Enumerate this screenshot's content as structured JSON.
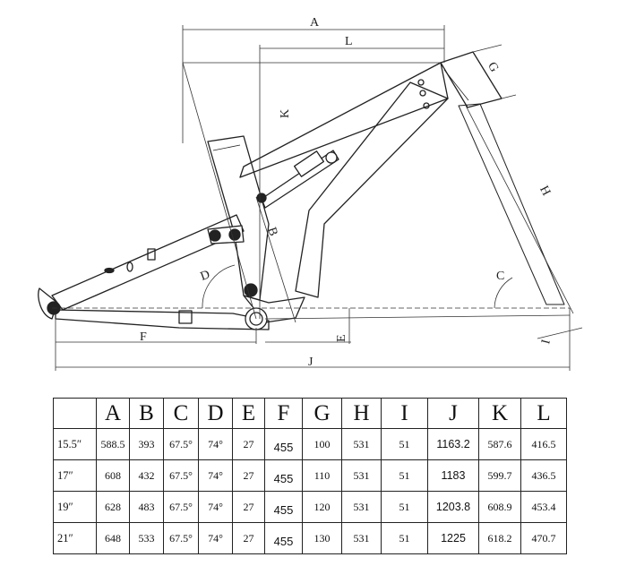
{
  "drawing": {
    "dimension_labels": {
      "A": "A",
      "L": "L",
      "K": "K",
      "G": "G",
      "H": "H",
      "B": "B",
      "D": "D",
      "C": "C",
      "F": "F",
      "E": "E",
      "J": "J",
      "I": "I"
    }
  },
  "table": {
    "headers": [
      "",
      "A",
      "B",
      "C",
      "D",
      "E",
      "F",
      "G",
      "H",
      "I",
      "J",
      "K",
      "L"
    ],
    "rows": [
      {
        "size": "15.5″",
        "A": "588.5",
        "B": "393",
        "C": "67.5°",
        "D": "74°",
        "E": "27",
        "F": "455",
        "G": "100",
        "H": "531",
        "I": "51",
        "J": "1163.2",
        "K": "587.6",
        "L": "416.5"
      },
      {
        "size": "17″",
        "A": "608",
        "B": "432",
        "C": "67.5°",
        "D": "74°",
        "E": "27",
        "F": "455",
        "G": "110",
        "H": "531",
        "I": "51",
        "J": "1183",
        "K": "599.7",
        "L": "436.5"
      },
      {
        "size": "19″",
        "A": "628",
        "B": "483",
        "C": "67.5°",
        "D": "74°",
        "E": "27",
        "F": "455",
        "G": "120",
        "H": "531",
        "I": "51",
        "J": "1203.8",
        "K": "608.9",
        "L": "453.4"
      },
      {
        "size": "21″",
        "A": "648",
        "B": "533",
        "C": "67.5°",
        "D": "74°",
        "E": "27",
        "F": "455",
        "G": "130",
        "H": "531",
        "I": "51",
        "J": "1225",
        "K": "618.2",
        "L": "470.7"
      }
    ]
  }
}
